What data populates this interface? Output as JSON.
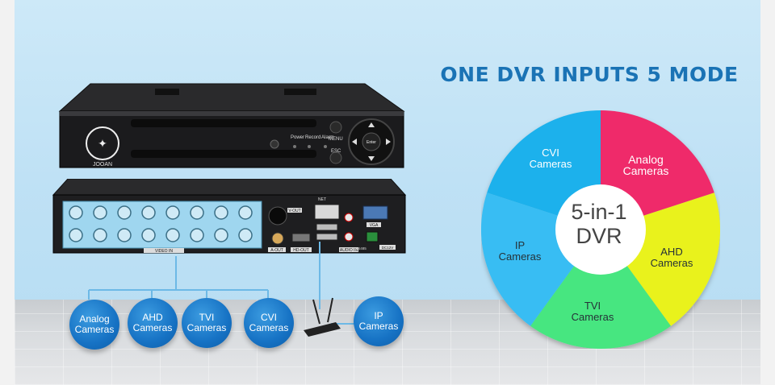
{
  "headline": "ONE DVR INPUTS 5 MODE",
  "brand": "JOOAN",
  "front_panel": {
    "led_labels": [
      "Power",
      "Record",
      "Alarm"
    ],
    "menu": "MENU",
    "esc": "ESC",
    "enter": "Enter"
  },
  "rear_panel": {
    "video_in": "VIDEO IN",
    "net": "NET",
    "v_out": "V-OUT",
    "a_out": "A-OUT",
    "hd_out": "HD-OUT",
    "audio_in": "AUDIO IN",
    "vga": "VGA",
    "rs485": "RS485",
    "dc12v": "DC12V"
  },
  "camera_bubbles": [
    {
      "label": "Analog Cameras"
    },
    {
      "label": "AHD Cameras"
    },
    {
      "label": "TVI Cameras"
    },
    {
      "label": "CVI Cameras"
    },
    {
      "label": "IP Cameras"
    }
  ],
  "wheel": {
    "center_line1": "5-in-1",
    "center_line2": "DVR",
    "segments": [
      {
        "label": "CVI Cameras",
        "color": "#1db1ec"
      },
      {
        "label": "Analog Cameras",
        "color": "#ef2c6b"
      },
      {
        "label": "AHD Cameras",
        "color": "#e9f21a"
      },
      {
        "label": "TVI Cameras",
        "color": "#46e680"
      },
      {
        "label": "IP Cameras",
        "color": "#37bdf3"
      }
    ]
  },
  "colors": {
    "accent": "#1a73b5",
    "bubble": "#1672c4",
    "wall": "#c4e4f6"
  }
}
